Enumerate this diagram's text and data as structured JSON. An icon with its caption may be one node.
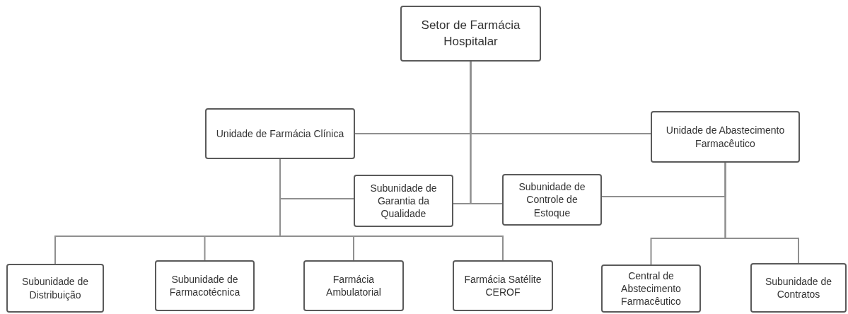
{
  "diagram": {
    "nodes": [
      {
        "text": [
          "Setor de Farmácia Hospitalar"
        ]
      },
      {
        "text": [
          "Unidade de Farmácia Clínica"
        ]
      },
      {
        "text": [
          "Unidade de Abastecimento Farmacêutico"
        ]
      },
      {
        "text": [
          "Subunidade de Garantia da Qualidade"
        ]
      },
      {
        "text": [
          "Subunidade de Controle de Estoque"
        ]
      },
      {
        "text": [
          "Subunidade de Distribuição"
        ]
      },
      {
        "text": [
          "Subunidade de Farmacotécnica"
        ]
      },
      {
        "text": [
          "Farmácia Ambulatorial"
        ]
      },
      {
        "text": [
          "Farmácia Satélite CEROF"
        ]
      },
      {
        "text": [
          "Central de Abstecimento Farmacêutico"
        ]
      },
      {
        "text": [
          "Subunidade de Contratos"
        ]
      }
    ],
    "edges": [
      {
        "from": 0,
        "to": 1,
        "arrow": "none"
      },
      {
        "from": 0,
        "to": 2,
        "arrow": "none"
      },
      {
        "from": 0,
        "to": 3,
        "arrow": "none"
      },
      {
        "from": 0,
        "to": 4,
        "arrow": "none"
      },
      {
        "from": 1,
        "to": 3,
        "arrow": "none"
      },
      {
        "from": 1,
        "to": 5,
        "arrow": "none"
      },
      {
        "from": 1,
        "to": 6,
        "arrow": "none"
      },
      {
        "from": 1,
        "to": 7,
        "arrow": "none"
      },
      {
        "from": 1,
        "to": 8,
        "arrow": "none"
      },
      {
        "from": 2,
        "to": 4,
        "arrow": "none"
      },
      {
        "from": 2,
        "to": 9,
        "arrow": "none"
      },
      {
        "from": 2,
        "to": 10,
        "arrow": "none"
      }
    ]
  }
}
